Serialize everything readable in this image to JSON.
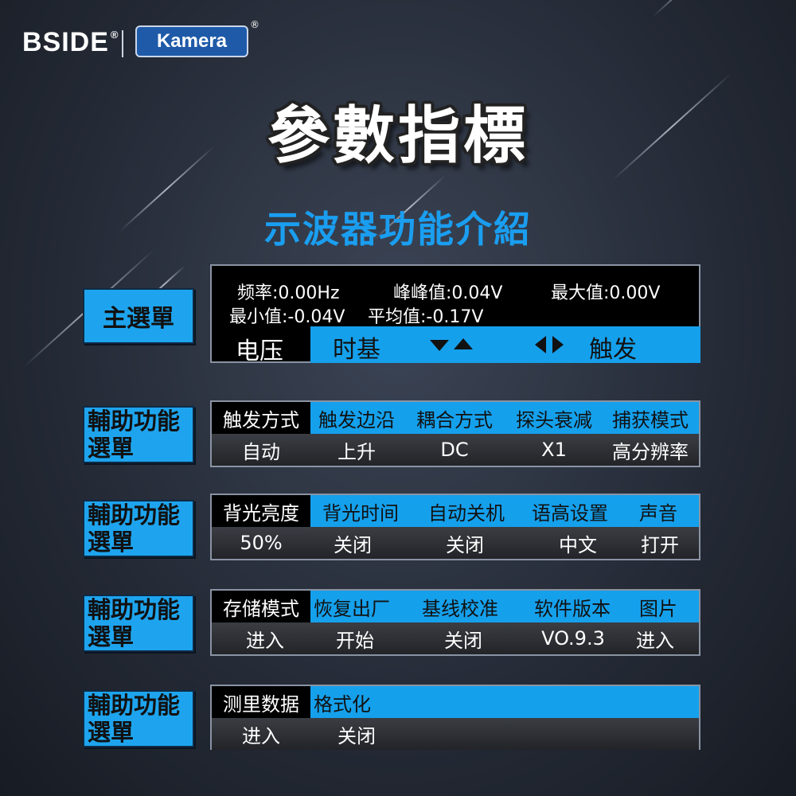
{
  "header": {
    "brand_left": "BSIDE",
    "brand_left_mark": "®",
    "brand_right": "Kamera",
    "brand_right_mark": "®",
    "title": "參數指標",
    "subtitle": "示波器功能介紹"
  },
  "colors": {
    "accent": "#15a0ec",
    "label_bg": "#1ea4ee",
    "title_blue": "#1a9ef0"
  },
  "main_menu": {
    "label": "主選單",
    "line1": {
      "freq": "频率:0.00Hz",
      "pkpk": "峰峰值:0.04V",
      "max": "最大值:0.00V"
    },
    "line2": {
      "min": "最小值:-0.04V",
      "avg": "平均值:-0.17V"
    },
    "voltage": "电压",
    "timebase": "时基",
    "trigger": "触发",
    "icons": [
      "triangle-down-icon",
      "triangle-up-icon",
      "triangle-left-icon",
      "triangle-right-icon"
    ]
  },
  "aux_panels": [
    {
      "label_line1": "輔助功能",
      "label_line2": "選單",
      "top": [
        "触发方式",
        "触发边沿",
        "耦合方式",
        "探头衰减",
        "捕获模式"
      ],
      "bottom": [
        "自动",
        "上升",
        "DC",
        "X1",
        "高分辨率"
      ]
    },
    {
      "label_line1": "輔助功能",
      "label_line2": "選單",
      "top": [
        "背光亮度",
        "背光时间",
        "自动关机",
        "语高设置",
        "声音"
      ],
      "bottom": [
        "50%",
        "关闭",
        "关闭",
        "中文",
        "打开"
      ]
    },
    {
      "label_line1": "輔助功能",
      "label_line2": "選單",
      "top": [
        "存储模式",
        "恢复出厂",
        "基线校准",
        "软件版本",
        "图片"
      ],
      "bottom": [
        "进入",
        "开始",
        "关闭",
        "VO.9.3",
        "进入"
      ]
    },
    {
      "label_line1": "輔助功能",
      "label_line2": "選單",
      "top": [
        "测里数据",
        "格式化"
      ],
      "bottom": [
        "进入",
        "关闭"
      ]
    }
  ]
}
